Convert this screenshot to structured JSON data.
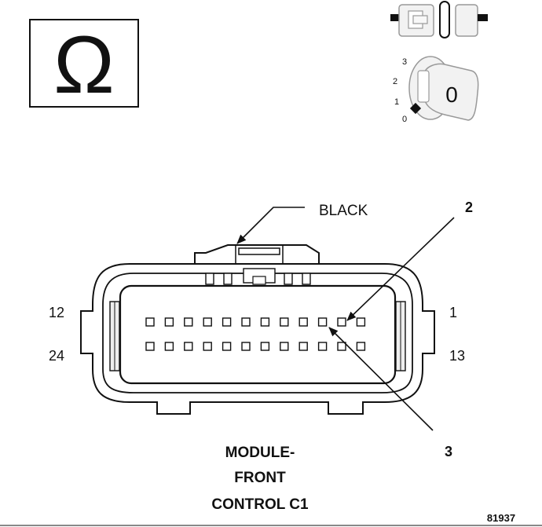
{
  "icons": {
    "ohm_symbol": "Ω",
    "connector_icon": "disconnected-connector-icon",
    "ignition_key_icon": "ignition-key-off-icon",
    "key_position": "0",
    "key_scale": [
      "3",
      "2",
      "1",
      "0"
    ]
  },
  "connector": {
    "color_label": "BLACK",
    "pin_row_top_labels": {
      "left": "12",
      "right": "1"
    },
    "pin_row_bottom_labels": {
      "left": "24",
      "right": "13"
    },
    "callout_pin_a": "2",
    "callout_pin_b": "3",
    "pins_per_row": 12
  },
  "caption": {
    "line1": "MODULE-",
    "line2": "FRONT",
    "line3": "CONTROL C1"
  },
  "figure_number": "81937",
  "colors": {
    "ink": "#111111",
    "key_fill": "#f2f2f2",
    "connector_fill": "#eeeeee"
  }
}
